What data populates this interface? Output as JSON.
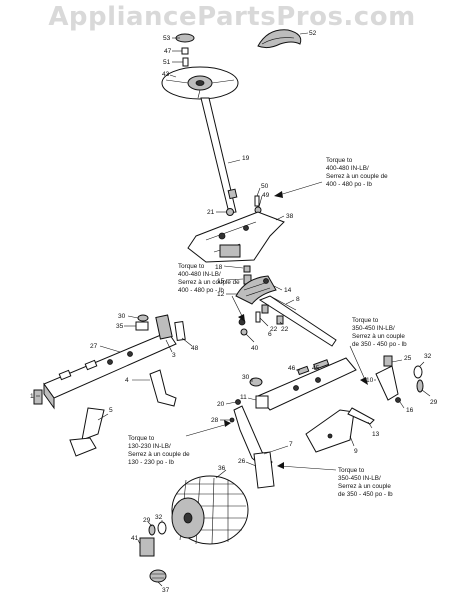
{
  "watermark": "AppliancePartsPros.com",
  "part_labels": [
    "53",
    "47",
    "51",
    "43",
    "52",
    "19",
    "50",
    "49",
    "21",
    "38",
    "18",
    "15",
    "12",
    "14",
    "8",
    "30",
    "35",
    "27",
    "3",
    "48",
    "40",
    "6",
    "22",
    "22",
    "4",
    "1",
    "5",
    "30",
    "11",
    "45",
    "46",
    "20",
    "28",
    "9",
    "13",
    "7",
    "26",
    "36",
    "29",
    "32",
    "41",
    "37",
    "10",
    "25",
    "16",
    "32",
    "29"
  ],
  "torque_notes": {
    "top_right": [
      "Torque to",
      "400-480 IN-LB/",
      "Serrez à un couple de",
      "400 - 480 po - lb"
    ],
    "left_mid": [
      "Torque to",
      "400-480 IN-LB/",
      "Serrez à un couple de",
      "400 - 480 po - lb"
    ],
    "right_mid": [
      "Torque to",
      "350-450 IN-LB/",
      "Serrez à un couple",
      "de 350 - 450 po - lb"
    ],
    "left_low": [
      "Torque to",
      "130-230 IN-LB/",
      "Serrez à un couple de",
      "130 - 230 po - lb"
    ],
    "right_low": [
      "Torque to",
      "350-450 IN-LB/",
      "Serrez à un couple",
      "de 350 - 450 po - lb"
    ]
  }
}
